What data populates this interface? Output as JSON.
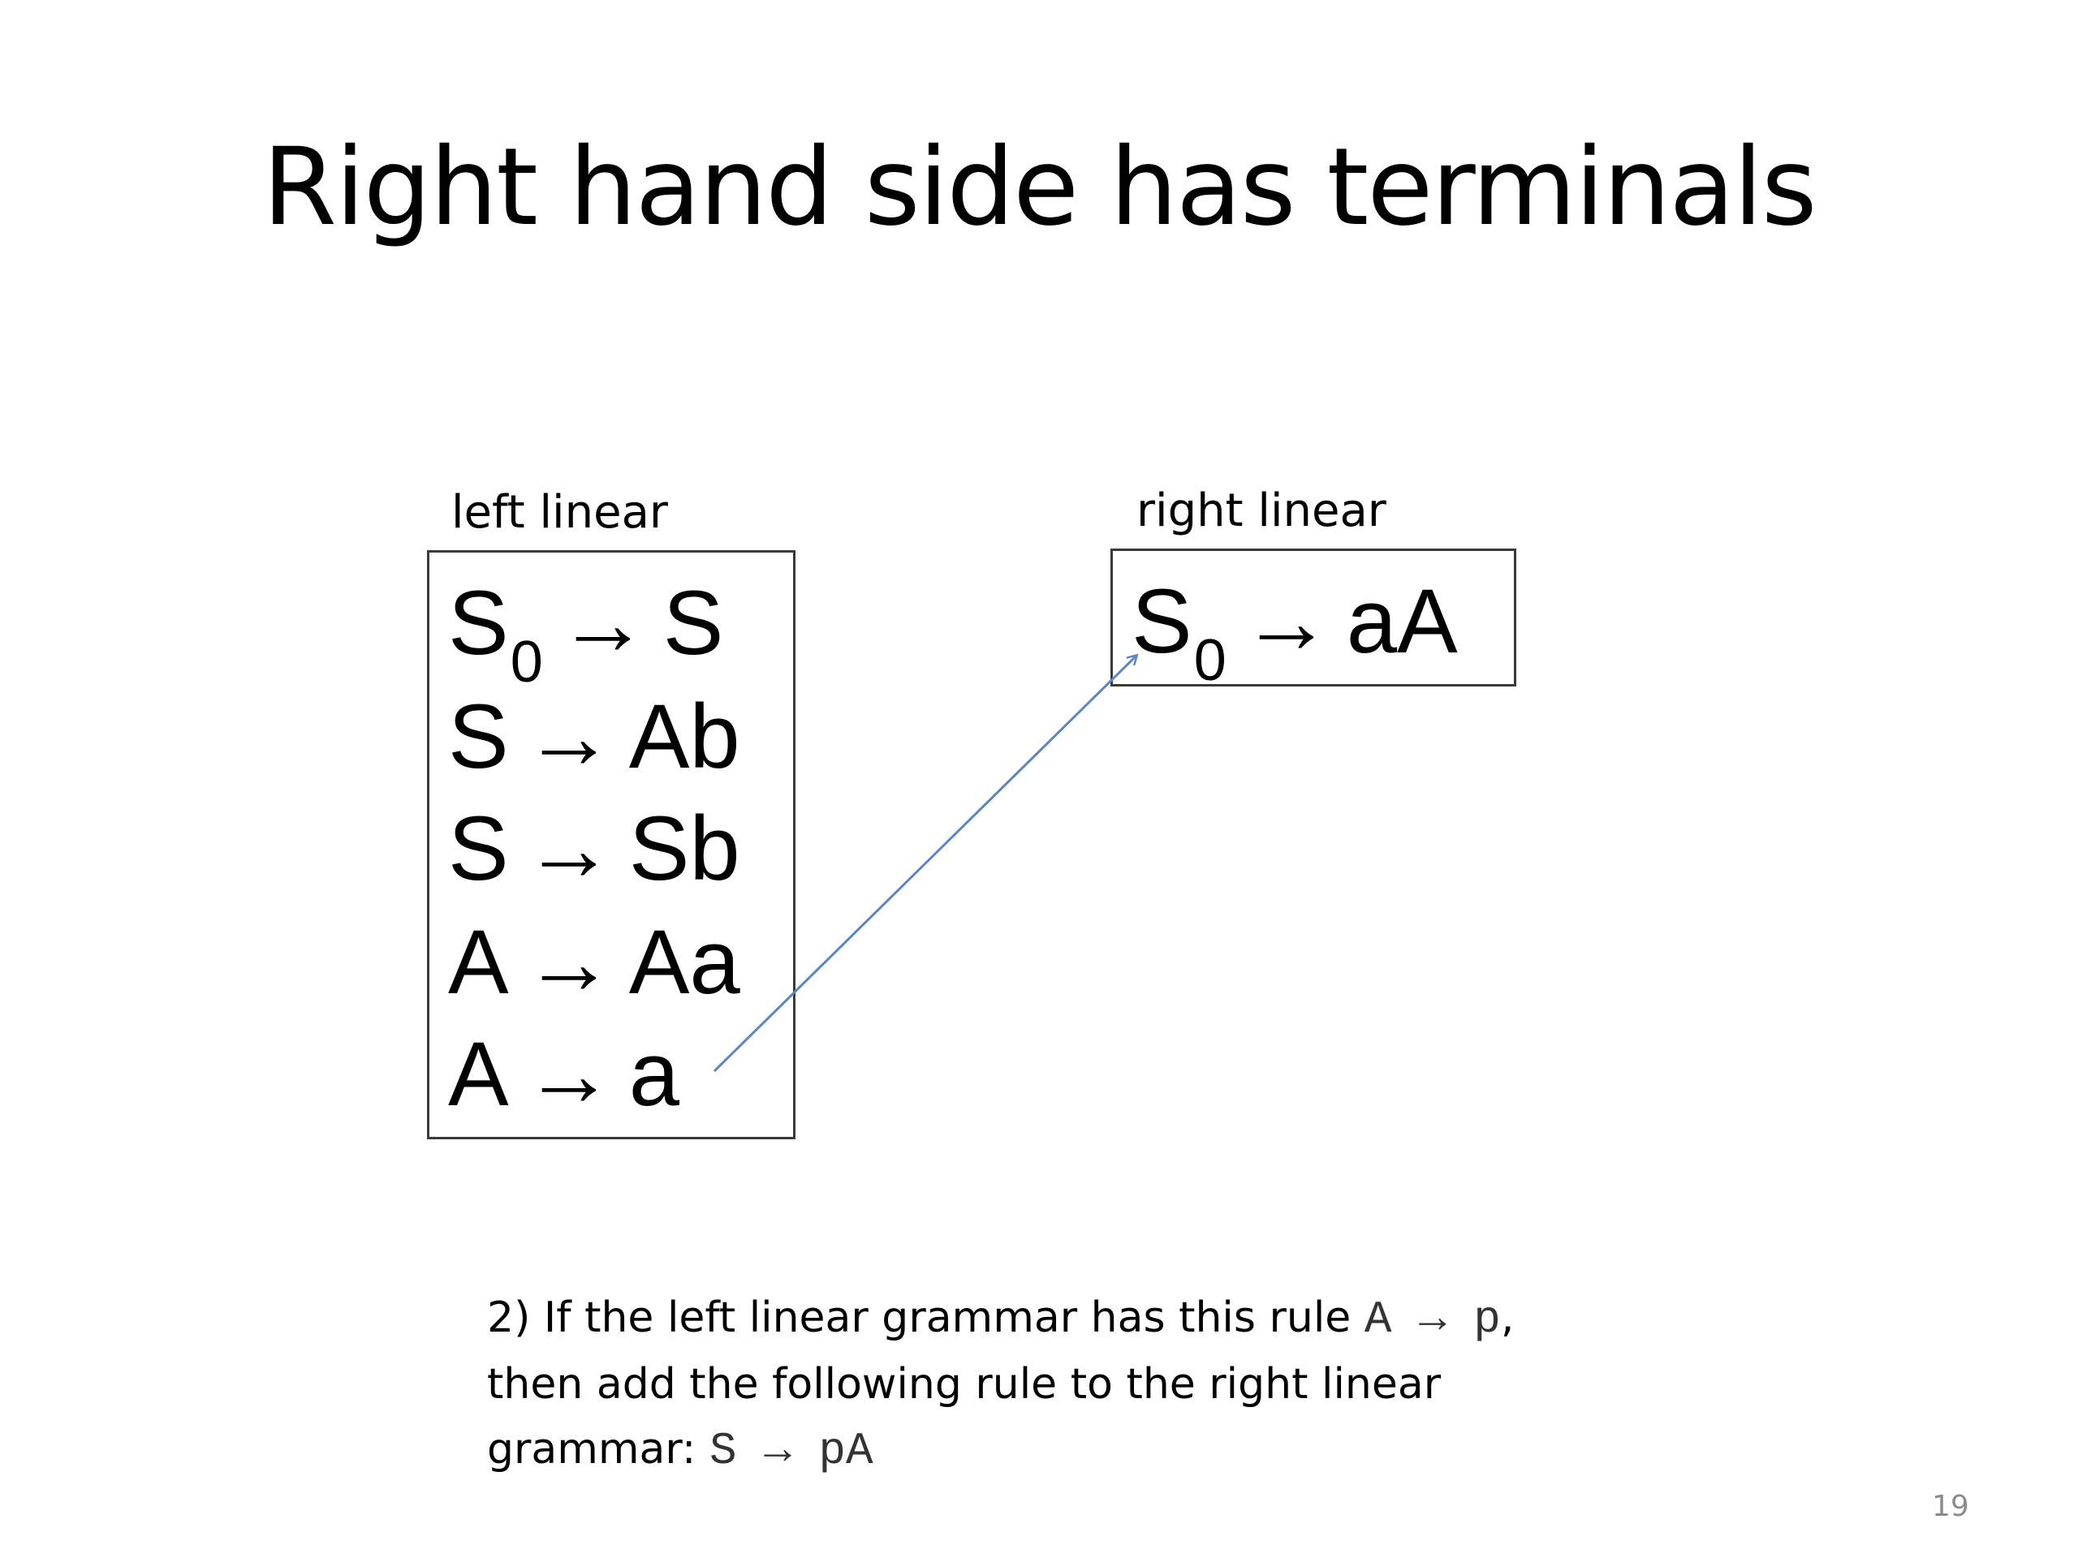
{
  "slide": {
    "title": "Right hand side has terminals",
    "page_number": "19"
  },
  "left_panel": {
    "label": "left linear",
    "rules": [
      {
        "lhs": "S",
        "lhs_sub": "0",
        "arrow": "→",
        "rhs": "S"
      },
      {
        "lhs": "S",
        "lhs_sub": "",
        "arrow": "→",
        "rhs": "Ab"
      },
      {
        "lhs": "S",
        "lhs_sub": "",
        "arrow": "→",
        "rhs": "Sb"
      },
      {
        "lhs": "A",
        "lhs_sub": "",
        "arrow": "→",
        "rhs": "Aa"
      },
      {
        "lhs": "A",
        "lhs_sub": "",
        "arrow": "→",
        "rhs": "a"
      }
    ]
  },
  "right_panel": {
    "label": "right linear",
    "rules": [
      {
        "lhs": "S",
        "lhs_sub": "0",
        "arrow": "→",
        "rhs": "aA"
      }
    ]
  },
  "connector": {
    "from": "A → a",
    "to": "S0 → aA",
    "color": "#5b86c4"
  },
  "explanation": {
    "line1_text": "2) If the left linear grammar has this rule ",
    "line1_code": "A → p",
    "line1_end": ",",
    "line2_text": "then add the following rule to the right linear",
    "line3_text": "grammar: ",
    "line3_code": "S → pA"
  }
}
